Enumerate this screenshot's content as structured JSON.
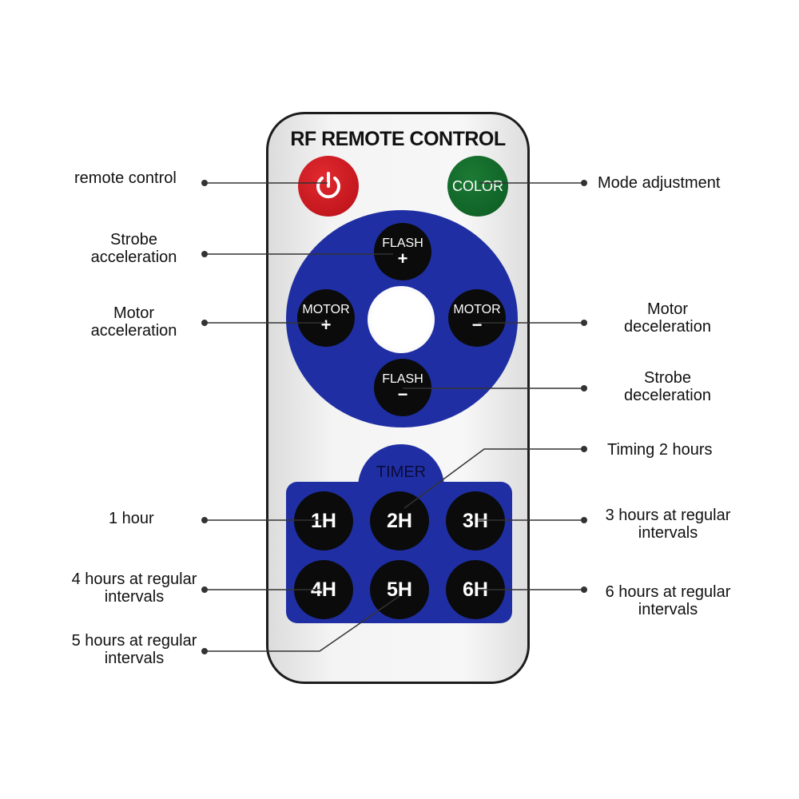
{
  "remote": {
    "title": "RF REMOTE CONTROL",
    "color_label": "COLOR",
    "flash_label": "FLASH",
    "motor_label": "MOTOR",
    "plus": "+",
    "minus": "−",
    "timer_label": "TIMER",
    "timer_buttons": [
      "1H",
      "2H",
      "3H",
      "4H",
      "5H",
      "6H"
    ]
  },
  "callouts": {
    "remote_control": "remote control",
    "mode_adjustment": "Mode adjustment",
    "strobe_acc_1": "Strobe",
    "strobe_acc_2": "acceleration",
    "motor_acc_1": "Motor",
    "motor_acc_2": "acceleration",
    "motor_dec_1": "Motor",
    "motor_dec_2": "deceleration",
    "strobe_dec_1": "Strobe",
    "strobe_dec_2": "deceleration",
    "timing_2h": "Timing 2 hours",
    "one_hour": "1 hour",
    "three_hours_1": "3 hours at regular",
    "three_hours_2": "intervals",
    "four_hours_1": "4 hours at regular",
    "four_hours_2": "intervals",
    "six_hours_1": "6 hours at regular",
    "six_hours_2": "intervals",
    "five_hours_1": "5 hours at regular",
    "five_hours_2": "intervals"
  },
  "colors": {
    "power": "#c8151c",
    "color_button": "#0f6a2a",
    "panel_blue": "#1f2fa3",
    "button_black": "#0b0b0b"
  }
}
